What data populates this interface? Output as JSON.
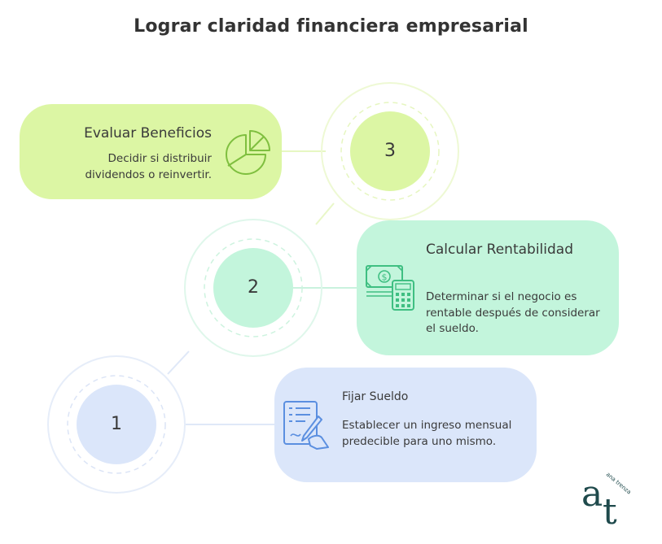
{
  "title": "Lograr claridad financiera empresarial",
  "steps": [
    {
      "number": "3",
      "title": "Evaluar Beneficios",
      "description": "Decidir si distribuir dividendos o reinvertir.",
      "icon": "pie-chart-icon",
      "color": "#dcf6a4"
    },
    {
      "number": "2",
      "title": "Calcular Rentabilidad",
      "description": "Determinar si el negocio es rentable después de considerar el sueldo.",
      "icon": "money-calculator-icon",
      "color": "#c3f5dc"
    },
    {
      "number": "1",
      "title": "Fijar Sueldo",
      "description": "Establecer un ingreso mensual predecible para uno mismo.",
      "icon": "contract-signing-icon",
      "color": "#dbe6fa"
    }
  ],
  "logo": {
    "letters": "at",
    "tagline": "ana trenza"
  }
}
